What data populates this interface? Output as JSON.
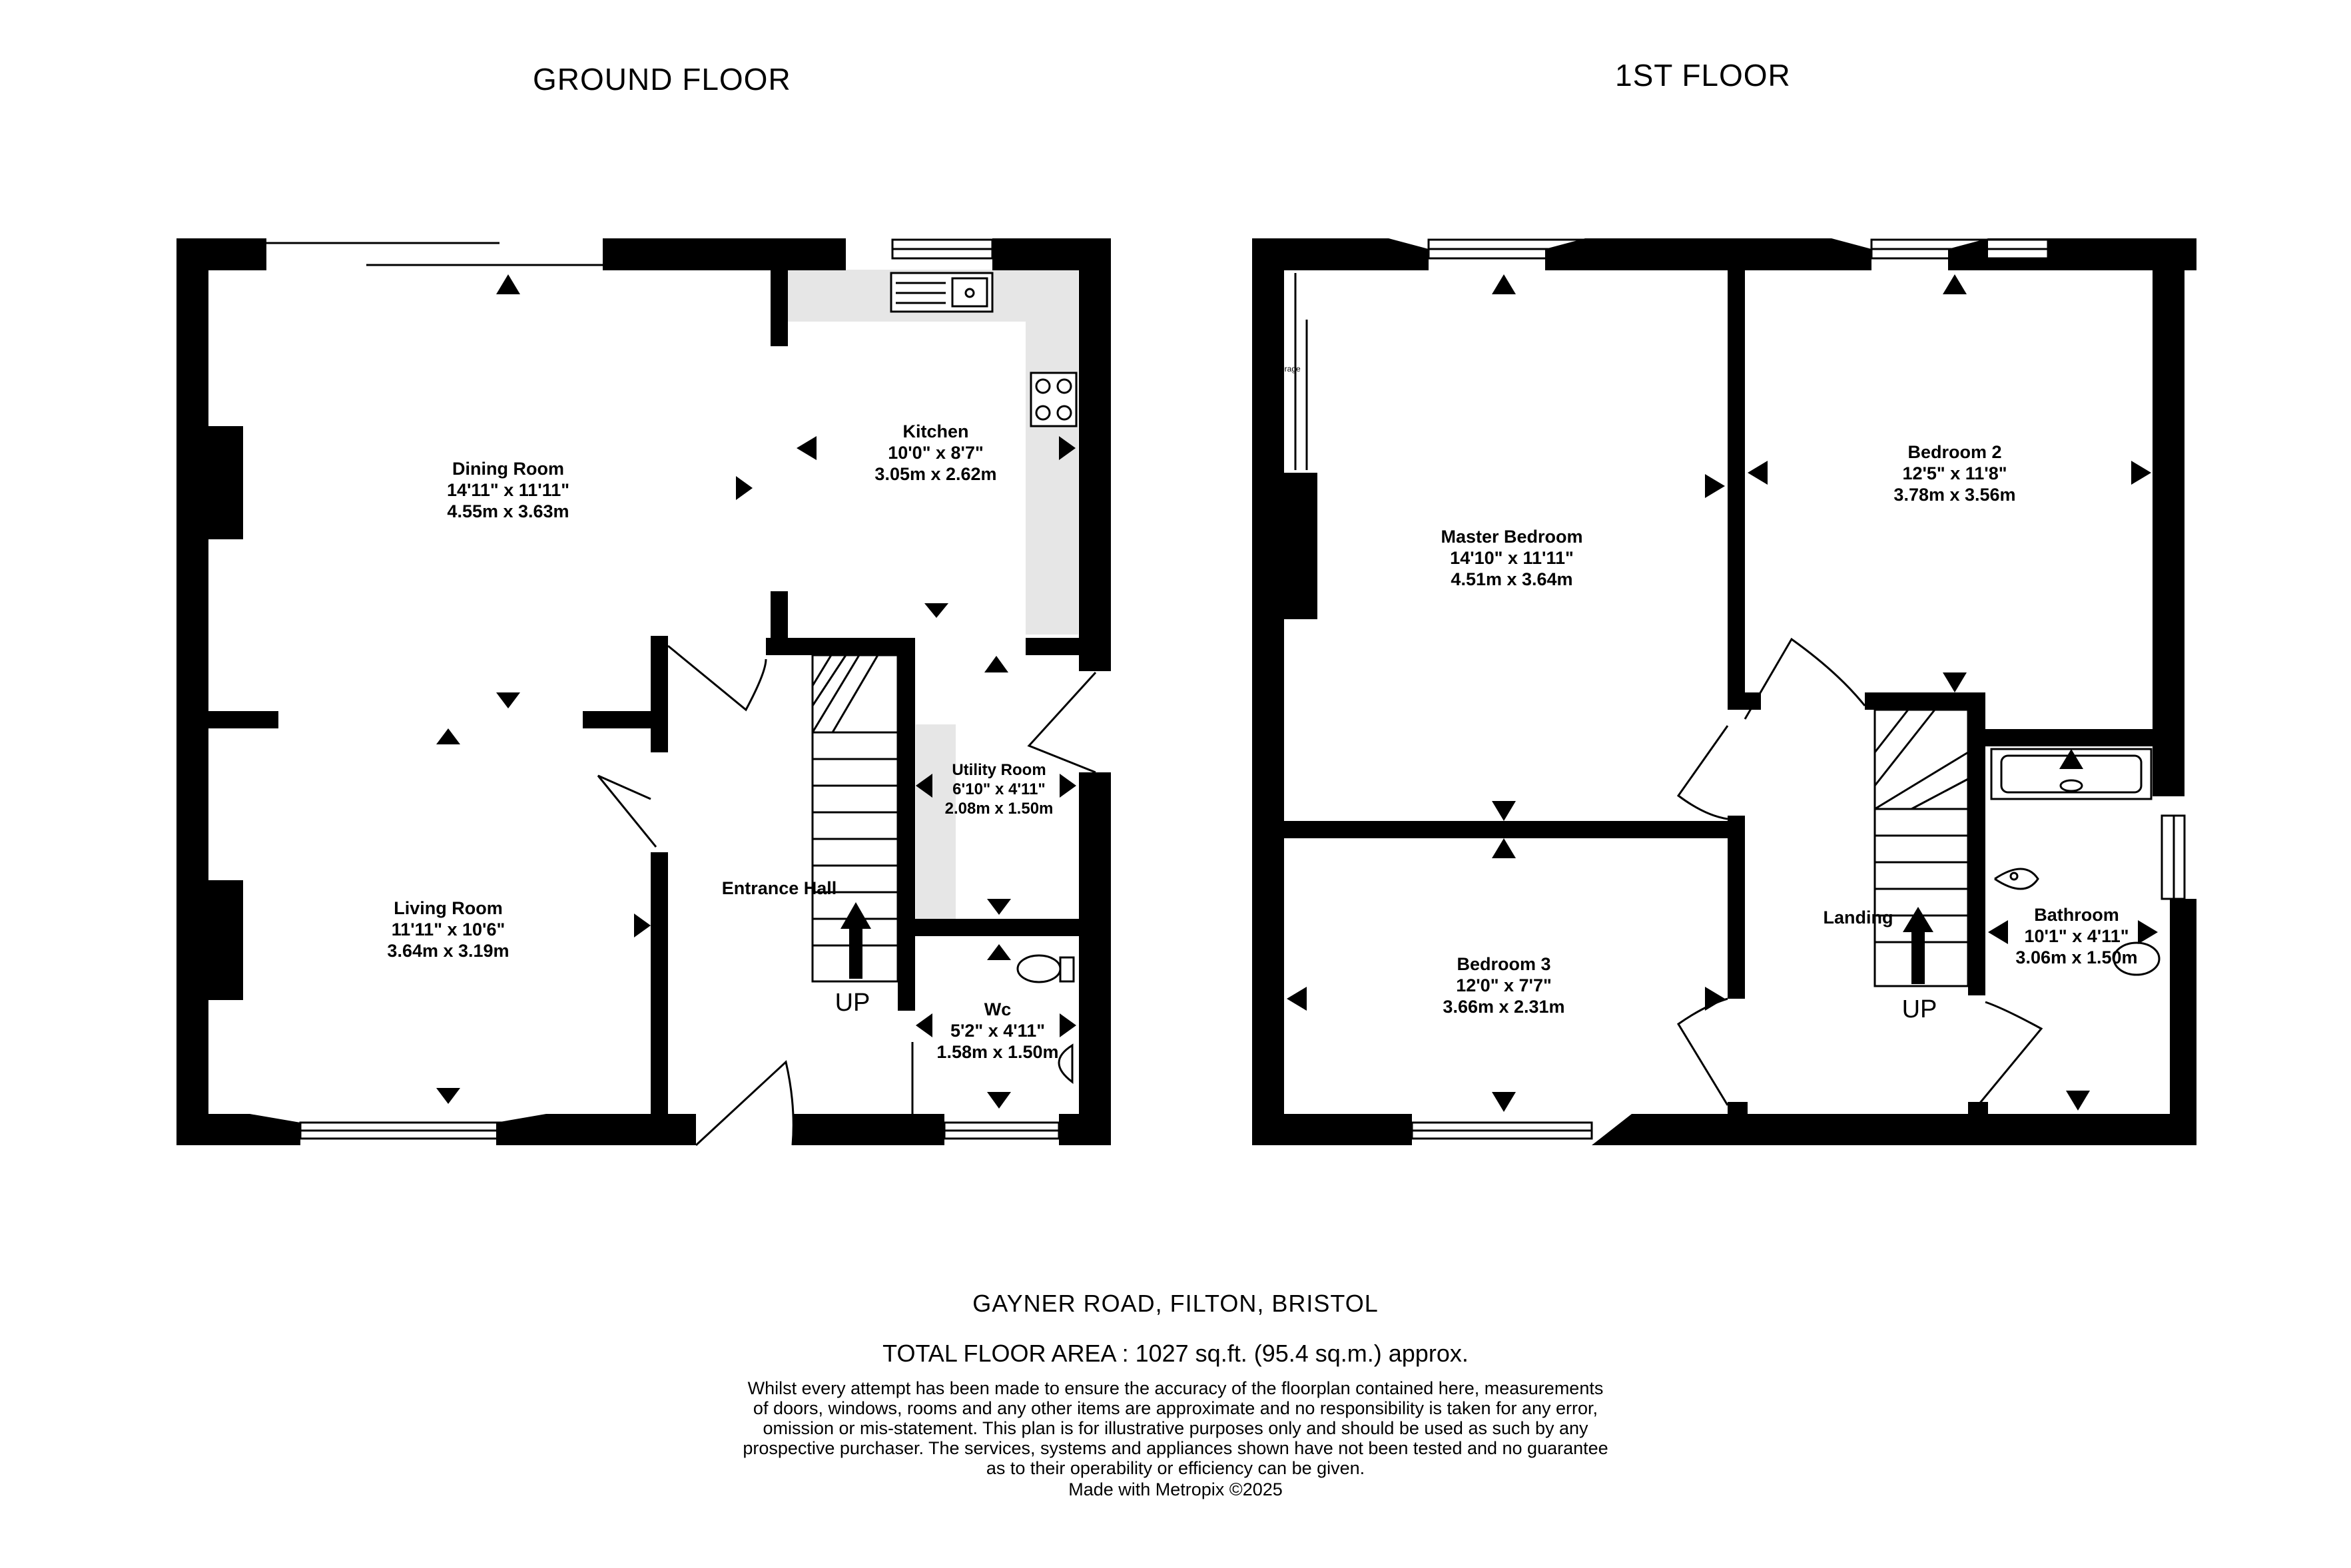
{
  "floors": {
    "ground": {
      "title": "GROUND FLOOR"
    },
    "first": {
      "title": "1ST FLOOR"
    }
  },
  "rooms": {
    "dining": {
      "name": "Dining Room",
      "imperial": "14'11\"  x 11'11\"",
      "metric": "4.55m  x 3.63m"
    },
    "kitchen": {
      "name": "Kitchen",
      "imperial": "10'0\"  x 8'7\"",
      "metric": "3.05m  x 2.62m"
    },
    "living": {
      "name": "Living Room",
      "imperial": "11'11\"  x 10'6\"",
      "metric": "3.64m  x 3.19m"
    },
    "entrance": {
      "name": "Entrance Hall"
    },
    "utility": {
      "name": "Utility Room",
      "imperial": "6'10\"  x 4'11\"",
      "metric": "2.08m  x 1.50m"
    },
    "wc": {
      "name": "Wc",
      "imperial": "5'2\"  x 4'11\"",
      "metric": "1.58m  x 1.50m"
    },
    "master": {
      "name": "Master Bedroom",
      "imperial": "14'10\"  x 11'11\"",
      "metric": "4.51m  x 3.64m"
    },
    "bedroom2": {
      "name": "Bedroom 2",
      "imperial": "12'5\"  x 11'8\"",
      "metric": "3.78m  x 3.56m"
    },
    "bedroom3": {
      "name": "Bedroom 3",
      "imperial": "12'0\"  x 7'7\"",
      "metric": "3.66m  x 2.31m"
    },
    "landing": {
      "name": "Landing"
    },
    "bathroom": {
      "name": "Bathroom",
      "imperial": "10'1\"  x 4'11\"",
      "metric": "3.06m  x 1.50m"
    }
  },
  "stairs": {
    "up_label": "UP"
  },
  "footer": {
    "address": "GAYNER ROAD, FILTON, BRISTOL",
    "total_area": "TOTAL FLOOR AREA : 1027 sq.ft. (95.4 sq.m.) approx.",
    "disclaimer": "Whilst every attempt has been made to ensure the accuracy of the floorplan contained here, measurements\nof doors, windows, rooms and any other items are approximate and no responsibility is taken for any error,\nomission or mis-statement. This plan is for illustrative purposes only and should be used as such by any\nprospective purchaser. The services, systems and appliances shown have not been tested and no guarantee\nas to their operability or efficiency can be given.",
    "made_with": "Made with Metropix ©2025"
  },
  "colors": {
    "wall": "#000000",
    "fitted_unit": "#e6e6e6",
    "background": "#ffffff"
  }
}
